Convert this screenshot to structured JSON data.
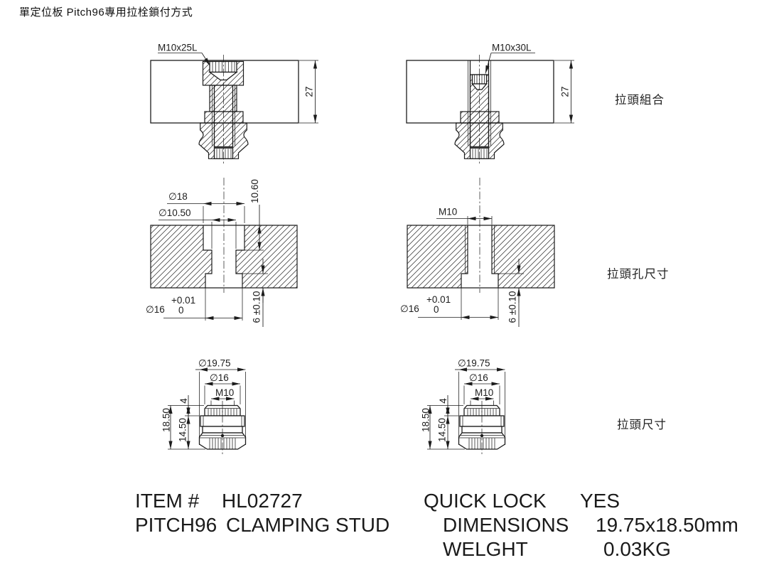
{
  "title": "單定位板 Pitch96專用拉栓鎖付方式",
  "sections": [
    {
      "label": "拉頭組合"
    },
    {
      "label": "拉頭孔尺寸"
    },
    {
      "label": "拉頭尺寸"
    }
  ],
  "assembly_left": {
    "callout": "M10x25L",
    "plate_thickness": "27"
  },
  "assembly_right": {
    "callout": "M10x30L",
    "plate_thickness": "27"
  },
  "hole_left": {
    "counterbore_dia": "∅18",
    "clearance_dia": "∅10.50",
    "counterbore_depth": "10.60",
    "spigot_dia": "∅16",
    "spigot_tol_upper": "+0.01",
    "spigot_tol_lower": "0",
    "spigot_depth": "6 ±0.10"
  },
  "hole_right": {
    "thread": "M10",
    "spigot_dia": "∅16",
    "spigot_tol_upper": "+0.01",
    "spigot_tol_lower": "0",
    "spigot_depth": "6 ±0.10"
  },
  "stud": {
    "max_dia": "∅19.75",
    "body_dia": "∅16",
    "thread": "M10",
    "overall_height": "18.50",
    "body_height": "14.50",
    "cap_height": "4"
  },
  "footer": {
    "item_label": "ITEM #",
    "item_value": "HL02727",
    "series_label": "PITCH96",
    "series_value": "CLAMPING STUD",
    "quick_lock_label": "QUICK LOCK",
    "quick_lock_value": "YES",
    "dimensions_label": "DIMENSIONS",
    "dimensions_value": "19.75x18.50mm",
    "weight_label": "WELGHT",
    "weight_value": "0.03KG"
  }
}
